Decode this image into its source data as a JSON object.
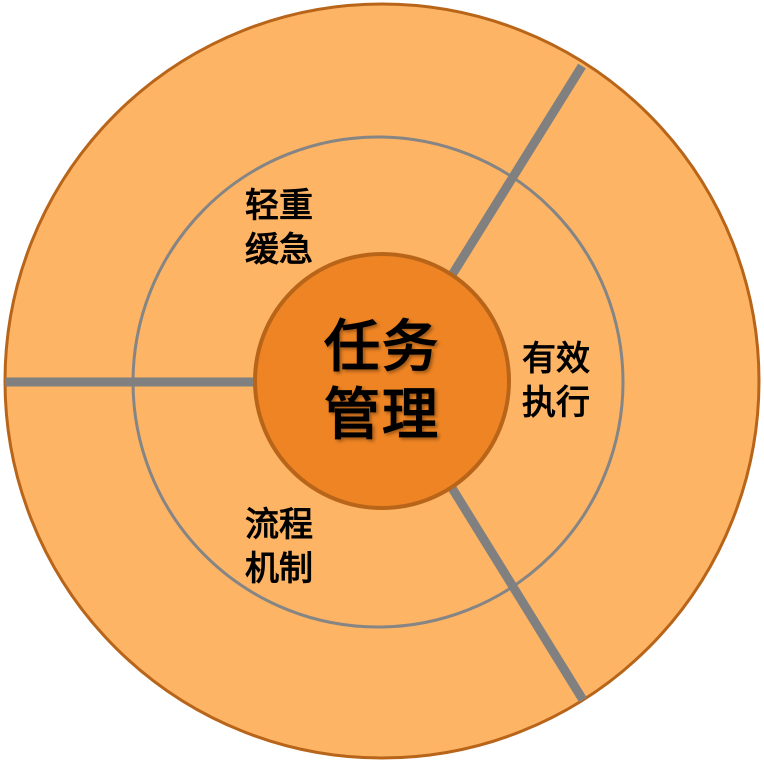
{
  "diagram": {
    "title": "任务管理",
    "center": {
      "line1": "任务",
      "line2": "管理"
    },
    "segments": [
      {
        "id": "priority",
        "line1": "轻重",
        "line2": "缓急"
      },
      {
        "id": "execution",
        "line1": "有效",
        "line2": "执行"
      },
      {
        "id": "process",
        "line1": "流程",
        "line2": "机制"
      }
    ],
    "colors": {
      "outer_fill": "#FDB465",
      "outer_stroke": "#B8651A",
      "middle_ring_stroke": "#858585",
      "inner_fill": "#EE8423",
      "inner_stroke": "#B8651A",
      "divider": "#808080",
      "text": "#000000"
    }
  }
}
